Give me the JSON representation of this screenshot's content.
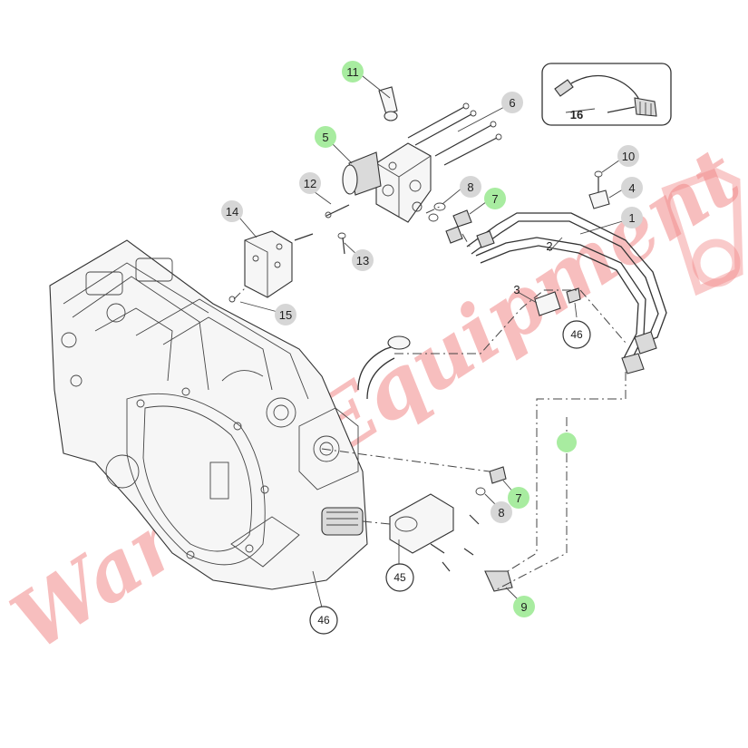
{
  "callouts": [
    {
      "id": "c1",
      "label": "1",
      "style": "grey"
    },
    {
      "id": "c2",
      "label": "2",
      "style": "none"
    },
    {
      "id": "c3",
      "label": "3",
      "style": "none"
    },
    {
      "id": "c4",
      "label": "4",
      "style": "grey"
    },
    {
      "id": "c5",
      "label": "5",
      "style": "green"
    },
    {
      "id": "c6",
      "label": "6",
      "style": "grey"
    },
    {
      "id": "c7a",
      "label": "7",
      "style": "green"
    },
    {
      "id": "c7b",
      "label": "7",
      "style": "green"
    },
    {
      "id": "c8a",
      "label": "8",
      "style": "grey"
    },
    {
      "id": "c8b",
      "label": "8",
      "style": "grey"
    },
    {
      "id": "c9",
      "label": "9",
      "style": "green"
    },
    {
      "id": "c10",
      "label": "10",
      "style": "grey"
    },
    {
      "id": "c11",
      "label": "11",
      "style": "green"
    },
    {
      "id": "c12",
      "label": "12",
      "style": "grey"
    },
    {
      "id": "c13",
      "label": "13",
      "style": "grey"
    },
    {
      "id": "c14",
      "label": "14",
      "style": "grey"
    },
    {
      "id": "c15",
      "label": "15",
      "style": "grey"
    },
    {
      "id": "c16",
      "label": "16",
      "style": "none"
    },
    {
      "id": "c45",
      "label": "45",
      "style": "ring"
    },
    {
      "id": "c46a",
      "label": "46",
      "style": "ring"
    },
    {
      "id": "c46b",
      "label": "46",
      "style": "ring"
    },
    {
      "id": "cdot",
      "label": "",
      "style": "green"
    }
  ],
  "watermark": {
    "text": "Warren Equipment",
    "color": "#f18a8a"
  },
  "colors": {
    "callout_green": "#a8eca0",
    "callout_grey": "#d6d6d6",
    "line": "#333333"
  }
}
